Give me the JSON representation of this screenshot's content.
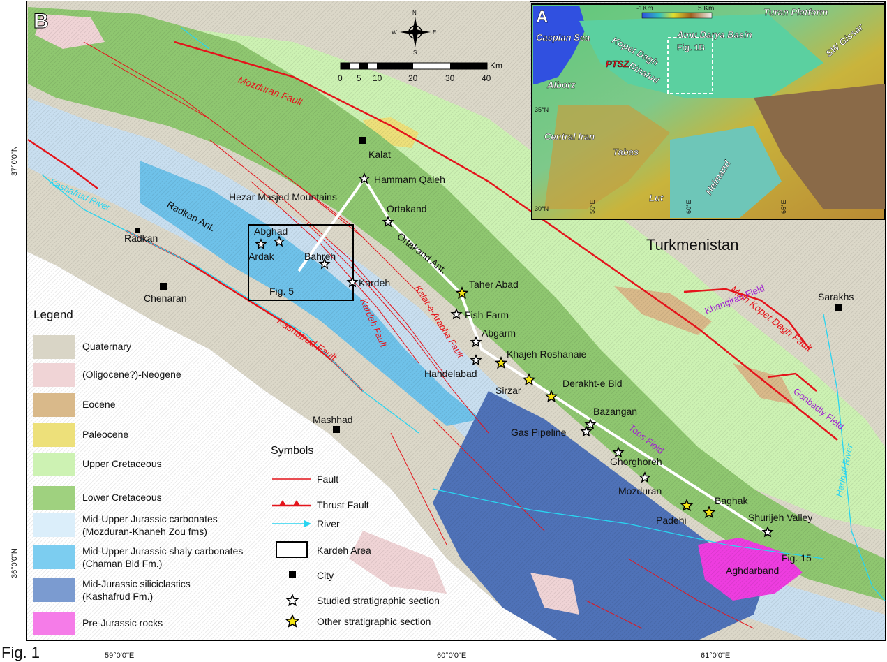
{
  "panel_b_letter": "B",
  "panel_a_letter": "A",
  "figure_label": "Fig. 1",
  "lat_labels": [
    "37°0'0\"N",
    "36°0'0\"N"
  ],
  "lon_labels": [
    "59°0'0\"E",
    "60°0'0\"E",
    "61°0'0\"E"
  ],
  "scale_bar": {
    "ticks": [
      "0",
      "5",
      "10",
      "20",
      "30",
      "40"
    ],
    "unit": "Km"
  },
  "north_arrow": {
    "n": "N",
    "s": "S",
    "e": "E",
    "w": "W"
  },
  "country_label": "Turkmenistan",
  "faults": [
    "Mozduran Fault",
    "Kashafrud Fault",
    "Kardeh Fault",
    "Kalat-e-Arabha Fault",
    "Main Kopet Dagh Fault"
  ],
  "anticlines": [
    "Radkan Ant.",
    "Ortakand Ant."
  ],
  "mountains": "Hezar Masjed Mountains",
  "rivers": [
    "Kashafrud River",
    "Harirud River"
  ],
  "fields": [
    "Khangiran Field",
    "Gonbadly Field",
    "Toos Field"
  ],
  "cities": [
    "Kalat",
    "Radkan",
    "Chenaran",
    "Mashhad",
    "Sarakhs"
  ],
  "sections_studied": [
    "Hammam Qaleh",
    "Ortakand",
    "Abghad",
    "Ardak",
    "Bahreh",
    "Kardeh",
    "Fish Farm",
    "Abgarm",
    "Handelabad",
    "Bazangan",
    "Gas Pipeline",
    "Ghorghoreh",
    "Mozduran",
    "Shurijeh Valley"
  ],
  "sections_other": [
    "Taher Abad",
    "Khajeh Roshanaie",
    "Sirzar",
    "Derakht-e Bid",
    "Padehi",
    "Baghak"
  ],
  "other_places": [
    "Aghdarband"
  ],
  "box_labels": [
    "Fig. 5",
    "Fig. 15"
  ],
  "inset": {
    "elev_min": "-1Km",
    "elev_max": "5 Km",
    "labels": [
      "Caspian Sea",
      "Turan Platform",
      "Amu Darya Basin",
      "Kopet Dagh",
      "Binalud",
      "PTSZ",
      "Fig. 1B",
      "Alborz",
      "SW Gissar",
      "Central Iran",
      "Tabas",
      "Lut",
      "Helmand"
    ],
    "lat_ticks": [
      "35°N",
      "30°N"
    ],
    "lon_ticks": [
      "55°E",
      "60°E",
      "65°E"
    ]
  },
  "legend": {
    "title": "Legend",
    "items": [
      {
        "label": "Quaternary",
        "color": "#d9d5c6"
      },
      {
        "label": "(Oligocene?)-Neogene",
        "color": "#f0d4d6"
      },
      {
        "label": "Eocene",
        "color": "#d9b98a"
      },
      {
        "label": "Paleocene",
        "color": "#ede07a"
      },
      {
        "label": "Upper Cretaceous",
        "color": "#cdf2b3"
      },
      {
        "label": "Lower Cretaceous",
        "color": "#9fd17f"
      },
      {
        "label": "Mid-Upper Jurassic carbonates",
        "label2": "(Mozduran-Khaneh Zou fms)",
        "color": "#dbeefa"
      },
      {
        "label": "Mid-Upper Jurassic shaly carbonates",
        "label2": "(Chaman Bid Fm.)",
        "color": "#7ccdf0"
      },
      {
        "label": "Mid-Jurassic siliciclastics",
        "label2": "(Kashafrud Fm.)",
        "color": "#7b9bd0"
      },
      {
        "label": "Pre-Jurassic rocks",
        "color": "#f57ce8"
      }
    ]
  },
  "symbols": {
    "title": "Symbols",
    "items": [
      "Fault",
      "Thrust Fault",
      "River",
      "Kardeh Area",
      "City",
      "Studied stratigraphic section",
      "Other stratigraphic section"
    ]
  },
  "colors": {
    "fault": "#e4141b",
    "river": "#29d4f0",
    "section_line": "#ffffff",
    "purple_label": "#a020d0",
    "other_star": "#f5e614"
  }
}
